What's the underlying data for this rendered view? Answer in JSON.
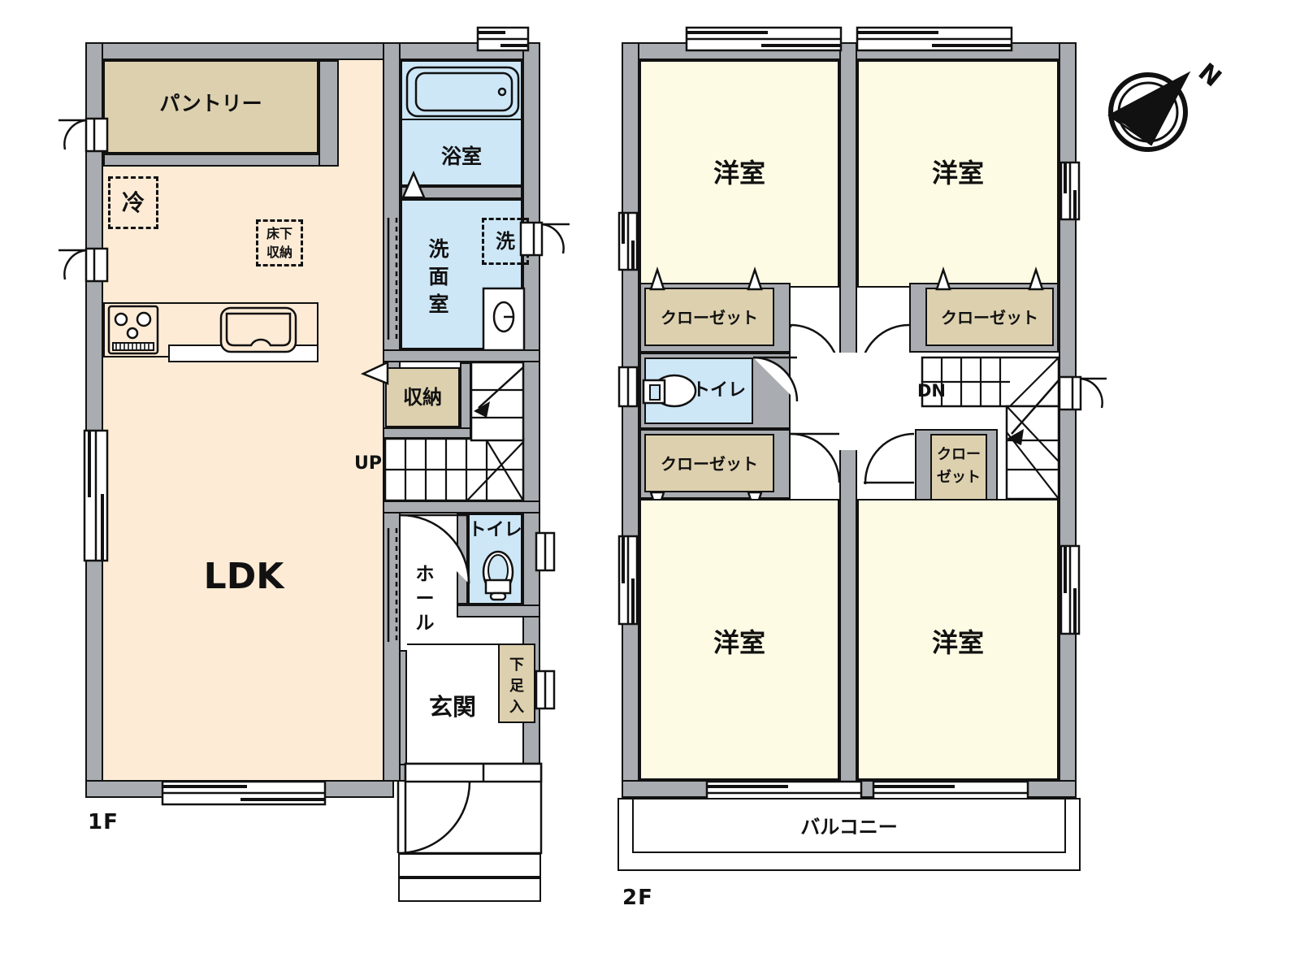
{
  "document": {
    "type": "floor-plan",
    "floors": [
      {
        "id": "1f",
        "label": "1F"
      },
      {
        "id": "2f",
        "label": "2F"
      }
    ]
  },
  "compass": {
    "north_label": "N",
    "name": "compass-rose"
  },
  "floor1": {
    "label": "1F",
    "rooms": [
      {
        "key": "pantry",
        "label": "パントリー",
        "fill": "#ddd0ae"
      },
      {
        "key": "ldk",
        "label": "LDK",
        "fill": "#fdebd5"
      },
      {
        "key": "fridge",
        "label": "冷",
        "fill": "dashed"
      },
      {
        "key": "underfloor",
        "label": "床下\n収納",
        "fill": "#ddd0ae"
      },
      {
        "key": "bath",
        "label": "浴室",
        "fill": "#cde7f7"
      },
      {
        "key": "washroom",
        "label": "洗面室",
        "fill": "#cde7f7"
      },
      {
        "key": "washer",
        "label": "洗",
        "fill": "dashed"
      },
      {
        "key": "storage",
        "label": "収納",
        "fill": "#ddd0ae"
      },
      {
        "key": "stairs_up",
        "label": "UP",
        "fill": "#ffffff"
      },
      {
        "key": "toilet",
        "label": "トイレ",
        "fill": "#cde7f7"
      },
      {
        "key": "hall",
        "label": "ホール",
        "fill": "#ffffff"
      },
      {
        "key": "entrance",
        "label": "玄関",
        "fill": "#ffffff"
      },
      {
        "key": "shoebox",
        "label": "下足入",
        "fill": "#ddd0ae"
      }
    ],
    "labels": {
      "pantry": "パントリー",
      "ldk": "LDK",
      "fridge": "冷",
      "underfloor_line1": "床下",
      "underfloor_line2": "収納",
      "bath": "浴室",
      "washroom_l1": "洗",
      "washroom_l2": "面",
      "washroom_l3": "室",
      "washer": "洗",
      "storage": "収納",
      "stairs_up": "UP",
      "toilet": "トイレ",
      "hall_l1": "ホ",
      "hall_l2": "ー",
      "hall_l3": "ル",
      "entrance": "玄関",
      "shoebox_l1": "下",
      "shoebox_l2": "足",
      "shoebox_l3": "入"
    }
  },
  "floor2": {
    "label": "2F",
    "labels": {
      "bedroom_tl": "洋室",
      "bedroom_tr": "洋室",
      "bedroom_bl": "洋室",
      "bedroom_br": "洋室",
      "closet_tl": "クローゼット",
      "closet_tr": "クローゼット",
      "closet_bl": "クローゼット",
      "closet_br_l1": "クロー",
      "closet_br_l2": "ゼット",
      "toilet": "トイレ",
      "stairs_down": "DN",
      "balcony": "バルコニー"
    }
  },
  "colors": {
    "wall": "#a9acb0",
    "ldk": "#fdebd5",
    "bedroom": "#fdfbe4",
    "closet": "#ddd0ae",
    "water": "#cde7f7",
    "outline": "#111111",
    "page": "#ffffff"
  }
}
